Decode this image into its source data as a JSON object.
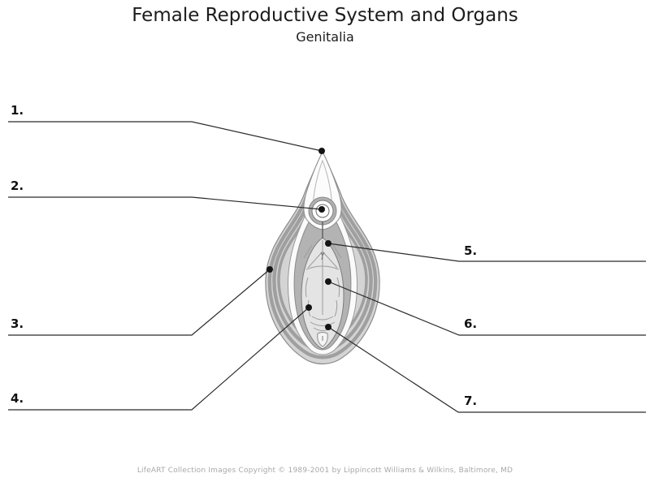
{
  "title": "Female Reproductive System and Organs",
  "subtitle": "Genitalia",
  "labels": [
    {
      "text": "1."
    },
    {
      "text": "2."
    },
    {
      "text": "3."
    },
    {
      "text": "4."
    },
    {
      "text": "5."
    },
    {
      "text": "6."
    },
    {
      "text": "7."
    }
  ],
  "marker_count": 7,
  "footer": "LifeART Collection Images Copyright © 1989-2001 by Lippincott Williams & Wilkins, Baltimore, MD",
  "colors": {
    "background": "#ffffff",
    "leader_line": "#2a2a2a",
    "marker_dot": "#141414",
    "title_text": "#1c1c1c",
    "label_text": "#111111",
    "footer_text": "#a8a8a8",
    "illustration_outer_gray": "#d4d4d4",
    "illustration_stripe_gray": "#9f9f9f",
    "illustration_minora_gray": "#b3b3b3",
    "illustration_vestibule_gray": "#e4e4e4"
  }
}
